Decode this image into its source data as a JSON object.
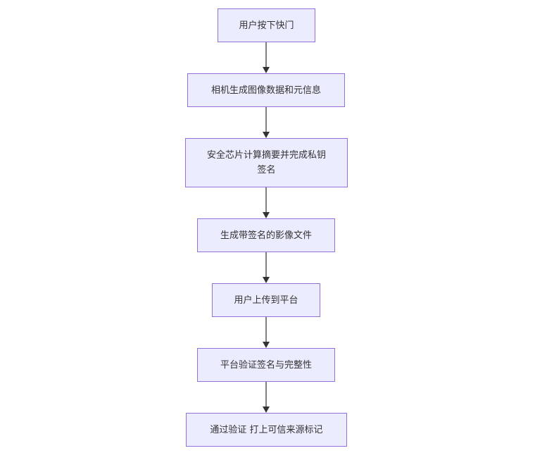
{
  "diagram": {
    "type": "flowchart",
    "direction": "top-down",
    "colors": {
      "node_fill": "#ececff",
      "node_border": "#9370db",
      "edge": "#333333",
      "text": "#333333"
    },
    "nodes": [
      {
        "id": "n1",
        "label": "用户按下快门"
      },
      {
        "id": "n2",
        "label": "相机生成图像数据和元信息"
      },
      {
        "id": "n3",
        "label": "安全芯片计算摘要并完成私钥签名"
      },
      {
        "id": "n4",
        "label": "生成带签名的影像文件"
      },
      {
        "id": "n5",
        "label": "用户上传到平台"
      },
      {
        "id": "n6",
        "label": "平台验证签名与完整性"
      },
      {
        "id": "n7",
        "label": "通过验证 打上可信来源标记"
      }
    ],
    "edges": [
      {
        "from": "n1",
        "to": "n2"
      },
      {
        "from": "n2",
        "to": "n3"
      },
      {
        "from": "n3",
        "to": "n4"
      },
      {
        "from": "n4",
        "to": "n5"
      },
      {
        "from": "n5",
        "to": "n6"
      },
      {
        "from": "n6",
        "to": "n7"
      }
    ]
  }
}
